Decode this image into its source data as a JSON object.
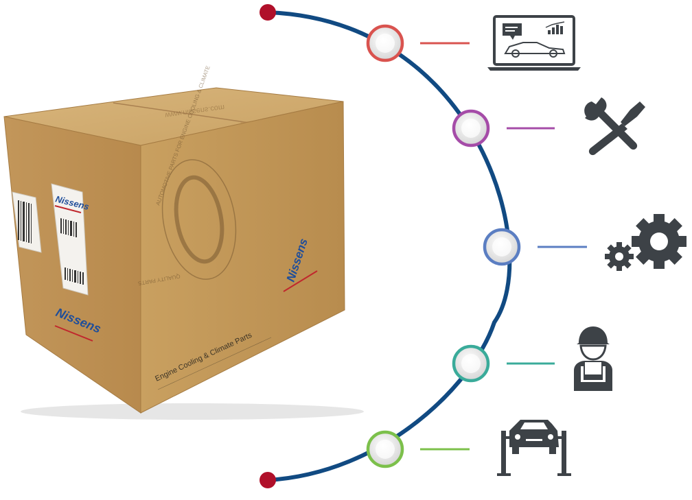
{
  "box": {
    "brand_lines": [
      "Nissens",
      "Nissens",
      "Nissens"
    ],
    "side_text": "Engine Cooling & Climate Parts",
    "top_text": "www.nissens.com",
    "stamp_text": "AUTOMOTIVE PARTS FOR ENGINE COOLING & CLIMATE",
    "stamp_bottom": "QUALITY PARTS"
  },
  "timeline": {
    "line_color": "#114a82",
    "endpoint_color": "#b0102a",
    "nodes": [
      {
        "name": "diagnostics",
        "color": "#d9534f",
        "icon": "laptop-car-diagnostics-icon"
      },
      {
        "name": "repair",
        "color": "#a54ca8",
        "icon": "wrench-screwdriver-icon"
      },
      {
        "name": "parts",
        "color": "#5b7ec2",
        "icon": "gears-icon"
      },
      {
        "name": "mechanic",
        "color": "#3aab9a",
        "icon": "mechanic-icon"
      },
      {
        "name": "lift",
        "color": "#7cc04b",
        "icon": "car-lift-icon"
      }
    ]
  },
  "colors": {
    "icon": "#3d4247",
    "cardboard": "#c69a5d"
  }
}
